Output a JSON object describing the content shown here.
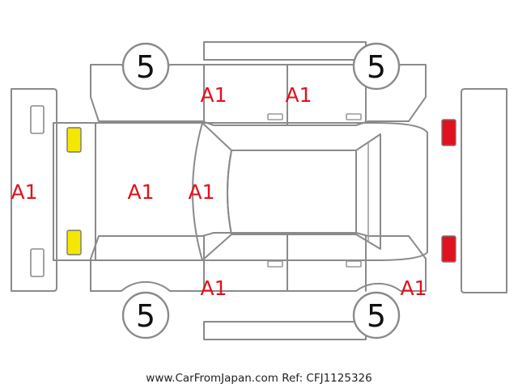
{
  "tire_ratings": {
    "front_left": "5",
    "rear_left": "5",
    "front_right": "5",
    "rear_right": "5"
  },
  "damage_marks": {
    "front_bumper": "A1",
    "left_front_door": "A1",
    "left_rear_door": "A1",
    "bonnet": "A1",
    "front_windshield": "A1",
    "right_front_door": "A1",
    "right_rear_quarter": "A1"
  },
  "colors": {
    "damage_mark": "#e0121d",
    "front_lamp": "#f5e800",
    "rear_lamp": "#e0121d",
    "outline": "#8a8a8a"
  },
  "footer": {
    "text": "www.CarFromJapan.com Ref: CFJ1125326"
  }
}
